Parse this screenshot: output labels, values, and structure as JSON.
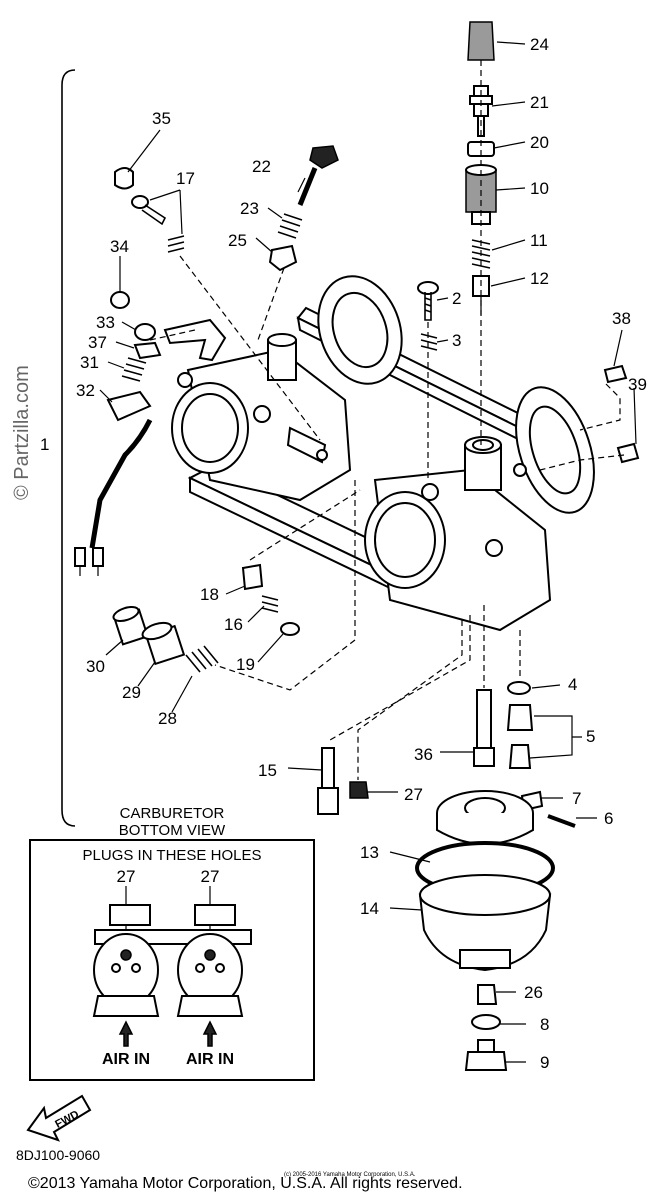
{
  "callouts": {
    "c1": "1",
    "c2": "2",
    "c3": "3",
    "c4": "4",
    "c5": "5",
    "c6": "6",
    "c7": "7",
    "c8": "8",
    "c9": "9",
    "c10": "10",
    "c11": "11",
    "c12": "12",
    "c13": "13",
    "c14": "14",
    "c15": "15",
    "c16": "16",
    "c17": "17",
    "c18": "18",
    "c19": "19",
    "c20": "20",
    "c21": "21",
    "c22": "22",
    "c23": "23",
    "c24": "24",
    "c25": "25",
    "c26": "26",
    "c27": "27",
    "c28": "28",
    "c29": "29",
    "c30": "30",
    "c31": "31",
    "c32": "32",
    "c33": "33",
    "c34": "34",
    "c35": "35",
    "c36": "36",
    "c37": "37",
    "c38": "38",
    "c39": "39"
  },
  "bottom_view": {
    "title_line1": "CARBURETOR",
    "title_line2": "BOTTOM VIEW",
    "header": "PLUGS IN THESE HOLES",
    "plug_left": "27",
    "plug_right": "27",
    "air_left": "AIR IN",
    "air_right": "AIR IN"
  },
  "fwd_label": "FWD",
  "diagram_code": "8DJ100-9060",
  "copyright": "©2013 Yamaha Motor Corporation, U.S.A. All rights reserved.",
  "watermark": "© Partzilla.com",
  "fine_print": "(c) 2005-2016 Yamaha Motor Corporation, U.S.A."
}
